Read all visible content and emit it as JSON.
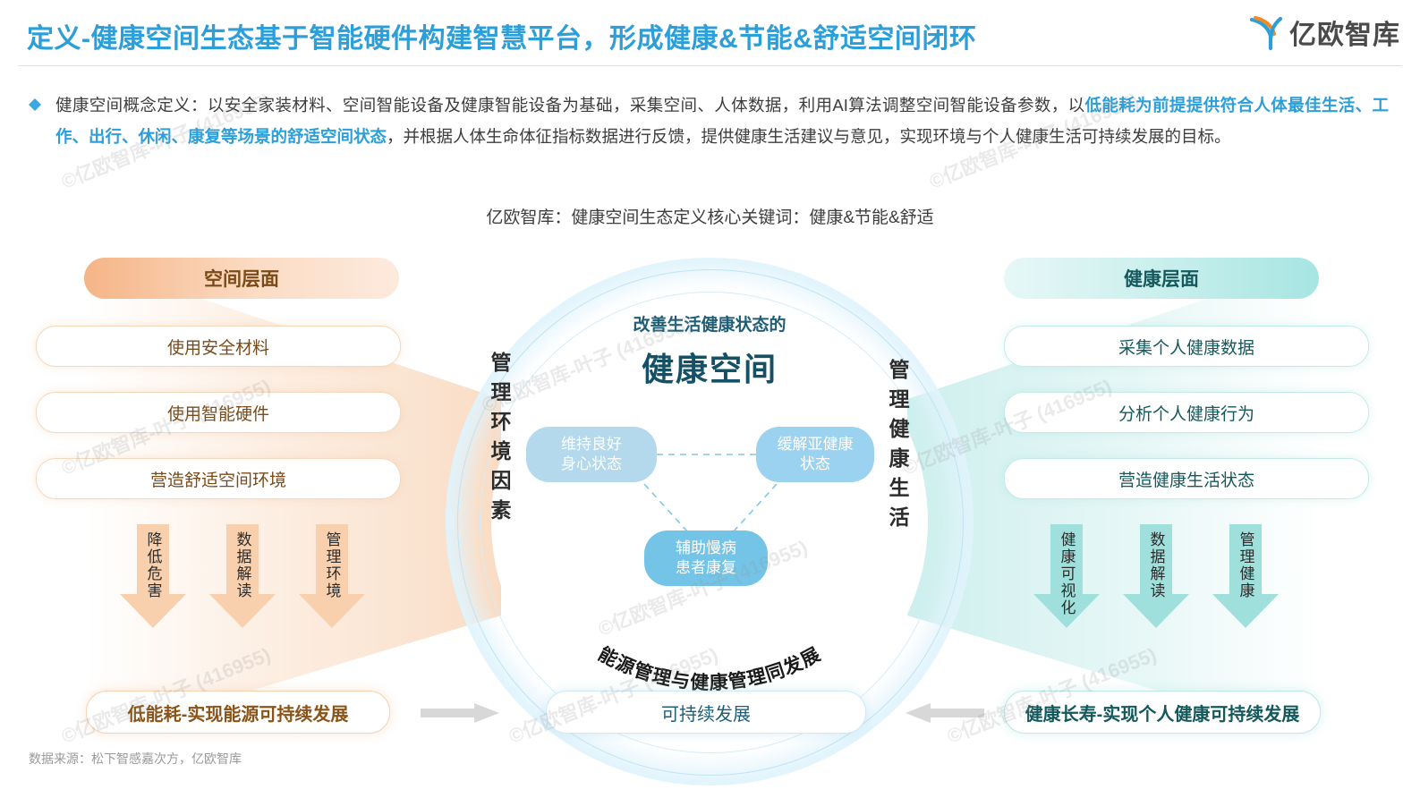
{
  "header": {
    "title": "定义-健康空间生态基于智能硬件构建智慧平台，形成健康&节能&舒适空间闭环",
    "logo_text": "亿欧智库",
    "logo_colors": {
      "orange": "#f08a25",
      "blue": "#2c9fd9"
    },
    "title_color": "#2c9fd9"
  },
  "paragraph": {
    "seg1": "健康空间概念定义：以安全家装材料、空间智能设备及健康智能设备为基础，采集空间、人体数据，利用AI算法调整空间智能设备参数，以",
    "seg2_highlight": "低能耗为前提提供符合人体最佳生活、工作、出行、休闲、康复等场景的舒适空间状态",
    "seg3": "，并根据人体生命体征指标数据进行反馈，提供健康生活建议与意见，实现环境与个人健康生活可持续发展的目标。",
    "highlight_color": "#2c9fd9"
  },
  "subtitle": "亿欧智库：健康空间生态定义核心关键词：健康&节能&舒适",
  "left_panel": {
    "heading": "空间层面",
    "items": [
      "使用安全材料",
      "使用智能硬件",
      "营造舒适空间环境"
    ],
    "arrows": [
      "降低危害",
      "数据解读",
      "管理环境"
    ],
    "accent": "#f3b183",
    "text_color": "#7a4b18"
  },
  "right_panel": {
    "heading": "健康层面",
    "items": [
      "采集个人健康数据",
      "分析个人健康行为",
      "营造健康生活状态"
    ],
    "arrows": [
      "健康可视化",
      "数据解读",
      "管理健康"
    ],
    "accent": "#8fdcd8",
    "text_color": "#15595c"
  },
  "center": {
    "subtitle": "改善生活健康状态的",
    "title": "健康空间",
    "left_vertical": "管理环境因素",
    "right_vertical": "管理健康生活",
    "curved_bottom": "能源管理与健康管理同发展",
    "pills": [
      {
        "id": "pill-a",
        "text_line1": "维持良好",
        "text_line2": "身心状态",
        "color": "#b4d9ec"
      },
      {
        "id": "pill-b",
        "text_line1": "缓解亚健康",
        "text_line2": "状态",
        "color": "#9bd2ef"
      },
      {
        "id": "pill-c",
        "text_line1": "辅助慢病",
        "text_line2": "患者康复",
        "color": "#74c4e8"
      }
    ]
  },
  "bottom": {
    "left": "低能耗-实现能源可持续发展",
    "middle": "可持续发展",
    "right": "健康长寿-实现个人健康可持续发展",
    "arrow_color": "#d8d8d8"
  },
  "footer": "数据来源：松下智感嘉次方，亿欧智库",
  "watermark": "©亿欧智库-叶子 (416955)"
}
